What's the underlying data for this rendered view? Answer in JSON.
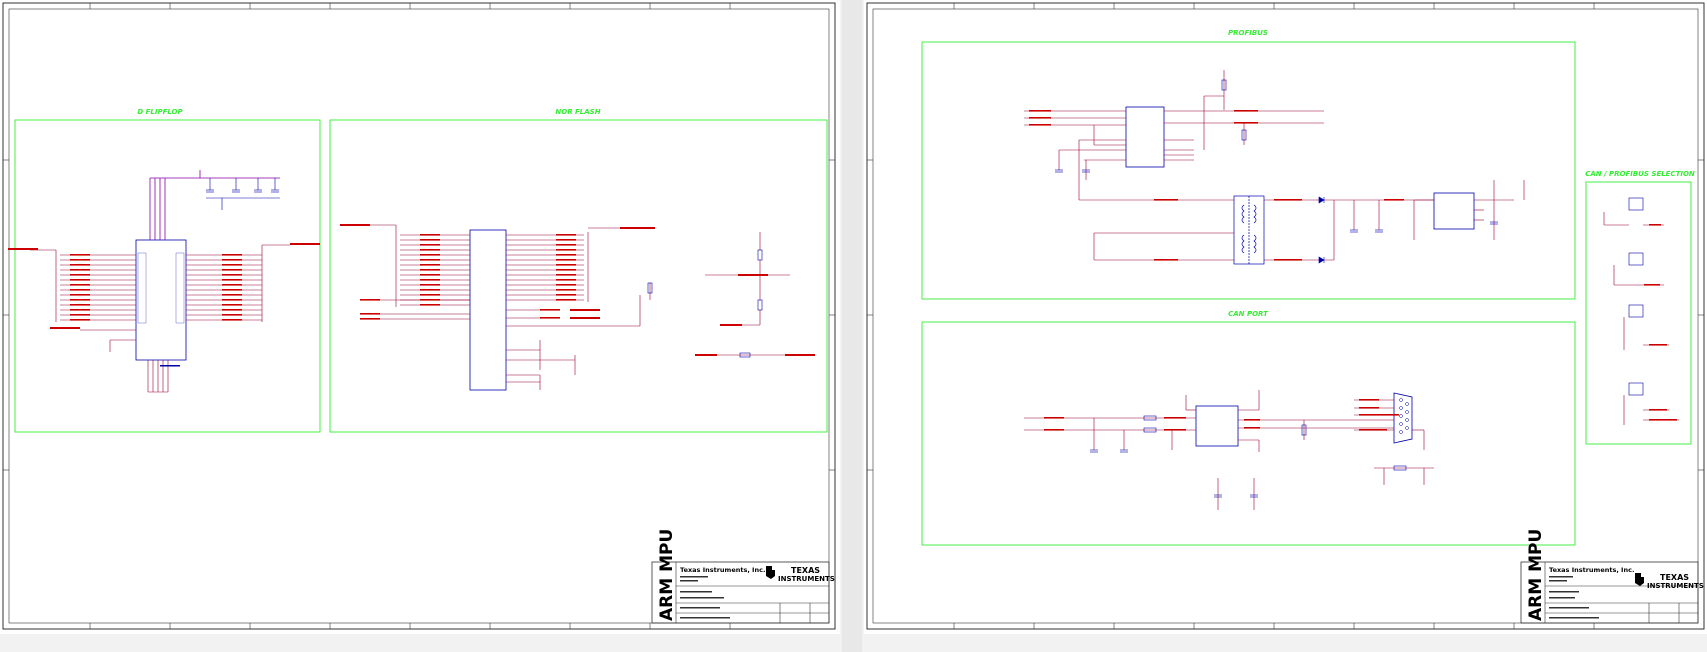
{
  "left_sheet": {
    "sections": {
      "dff": "D FLIPFLOP",
      "nor": "NOR FLASH"
    },
    "title_block": {
      "logo": "ARM MPU",
      "company": "Texas Instruments, Inc.",
      "brand_line1": "TEXAS",
      "brand_line2": "INSTRUMENTS"
    }
  },
  "right_sheet": {
    "sections": {
      "profibus": "PROFIBUS",
      "canport": "CAN PORT",
      "sel": "CAN / PROFIBUS SELECTION"
    },
    "title_block": {
      "logo": "ARM MPU",
      "company": "Texas Instruments, Inc.",
      "brand_line1": "TEXAS",
      "brand_line2": "INSTRUMENTS"
    }
  },
  "colors": {
    "frame": "#333333",
    "section_box": "#33ee33",
    "wire": "#990033",
    "net_label": "#cc0000",
    "component": "#0000aa",
    "bus": "#8800aa"
  }
}
